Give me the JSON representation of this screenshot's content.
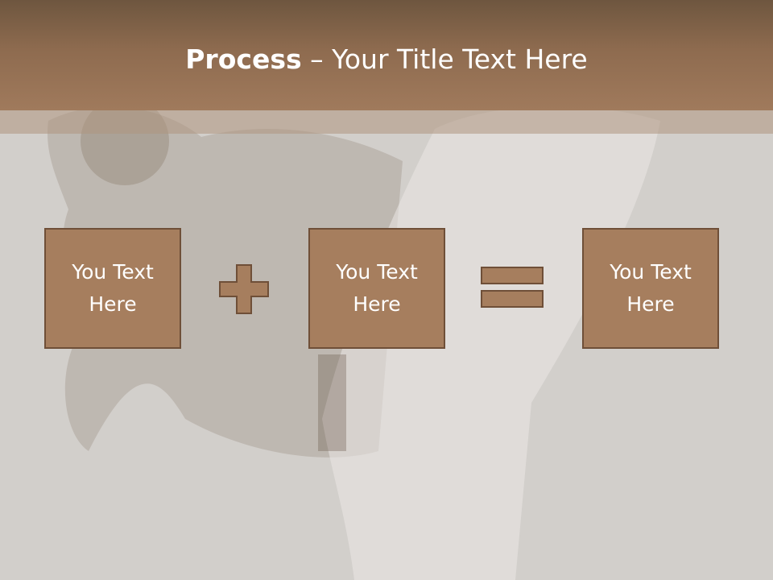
{
  "title": {
    "bold": "Process",
    "rest": " – Your Title Text Here"
  },
  "boxes": [
    {
      "label": "You Text Here"
    },
    {
      "label": "You Text Here"
    },
    {
      "label": "You Text Here"
    }
  ],
  "icons": {
    "plus": "plus-icon",
    "equals": "equals-icon"
  },
  "colors": {
    "header": "#8e6b4f",
    "box_fill": "#a67e5e",
    "box_border": "#6f4f38",
    "background": "#d2cfcb"
  }
}
